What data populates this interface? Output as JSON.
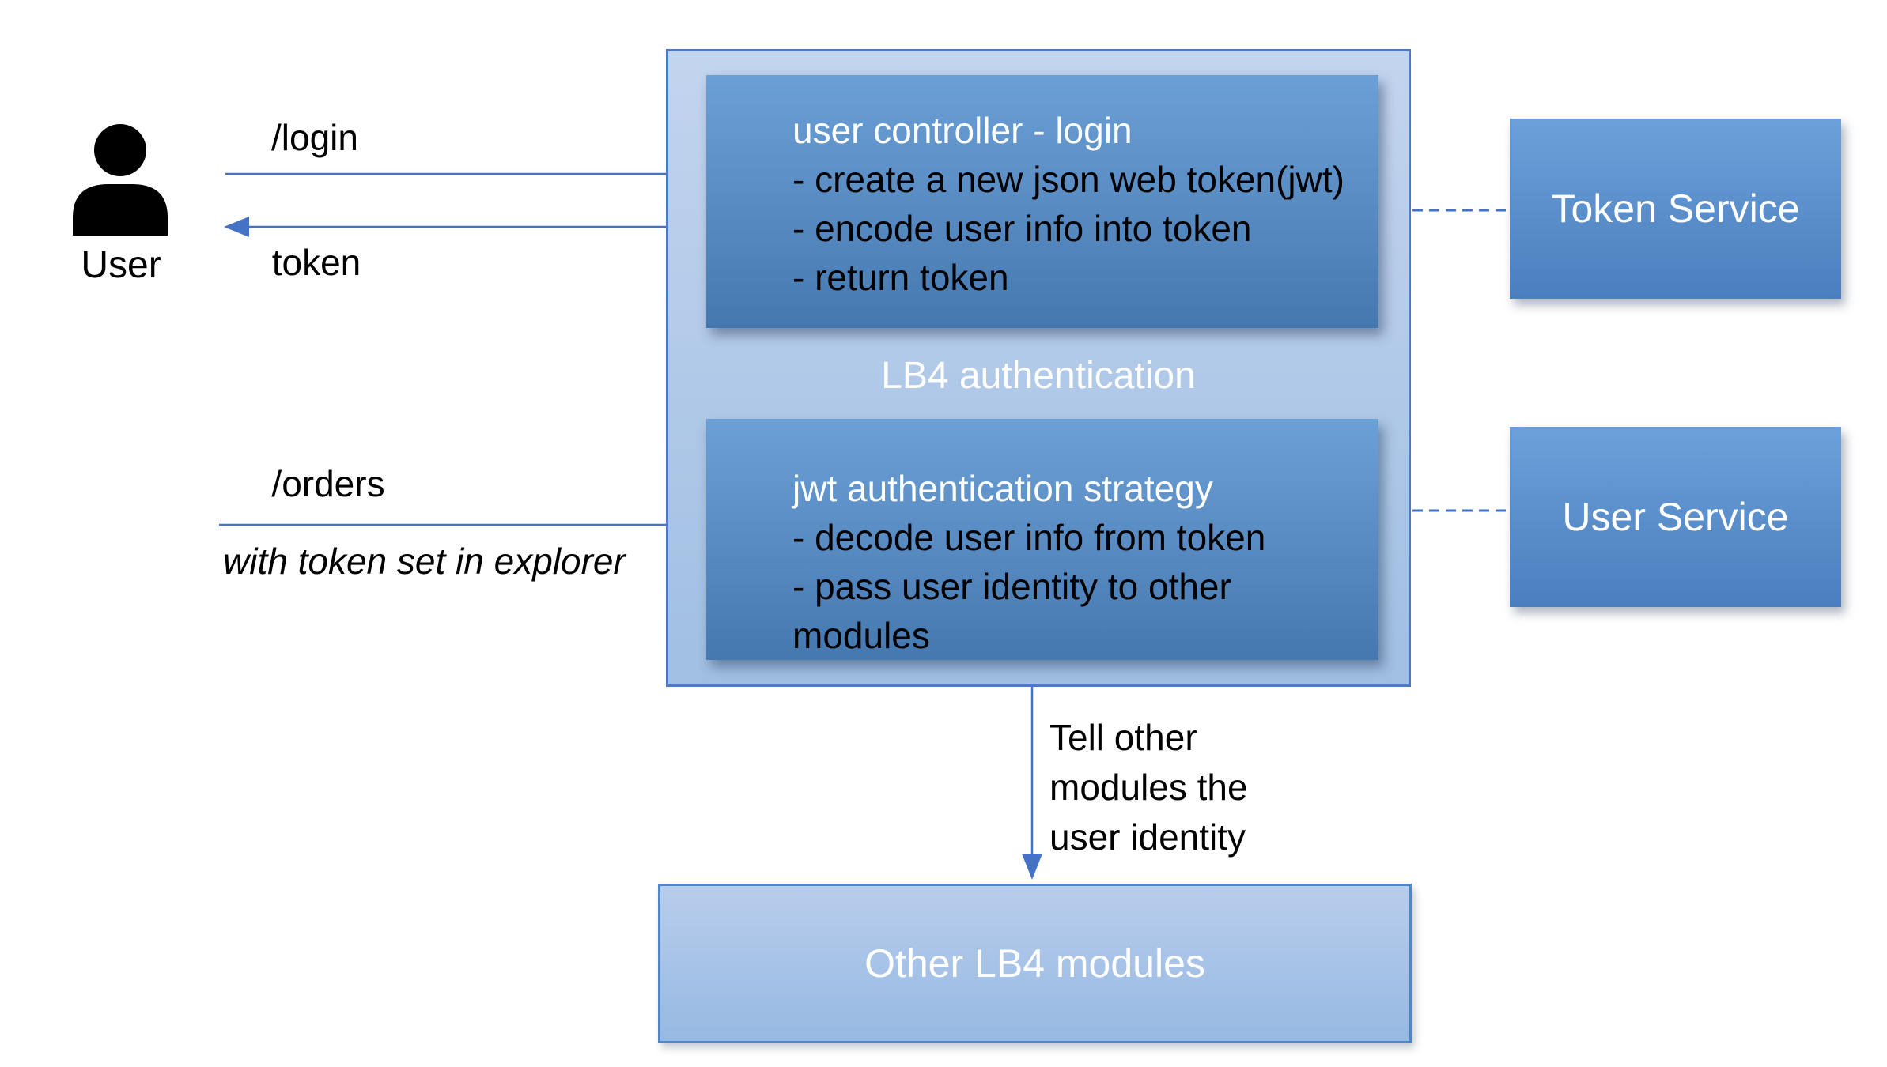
{
  "actor": {
    "label": "User"
  },
  "flows": {
    "login": {
      "label": "/login"
    },
    "token": {
      "label": "token"
    },
    "orders": {
      "label": "/orders",
      "note": "with token set in explorer"
    }
  },
  "container": {
    "label": "LB4 authentication",
    "boxes": [
      {
        "title": "user controller - login",
        "bullets": [
          "- create a new json web token(jwt)",
          "- encode user info into token",
          "- return token"
        ]
      },
      {
        "title": "jwt authentication strategy",
        "bullets": [
          "- decode user info from token",
          "- pass user identity to other modules"
        ]
      }
    ]
  },
  "services": [
    {
      "label": "Token Service"
    },
    {
      "label": "User Service"
    }
  ],
  "identity_note": {
    "lines": [
      "Tell other",
      "modules the",
      "user identity"
    ]
  },
  "other_modules": {
    "label": "Other LB4 modules"
  },
  "colors": {
    "accent": "#4472C4",
    "container-top": "#C3D4EE",
    "container-bottom": "#A0BFE3",
    "container-border": "#4B7CC0",
    "box-top": "#6BA0D6",
    "box-bottom": "#4678B0",
    "service-top": "#6BA1DB",
    "service-bottom": "#4A7EBD",
    "light-box-top": "#B8CDEC",
    "light-box-bottom": "#97B9E2",
    "light-box-border": "#4E86C8",
    "text-dark": "#000000",
    "text-light": "#FFFFFF"
  }
}
